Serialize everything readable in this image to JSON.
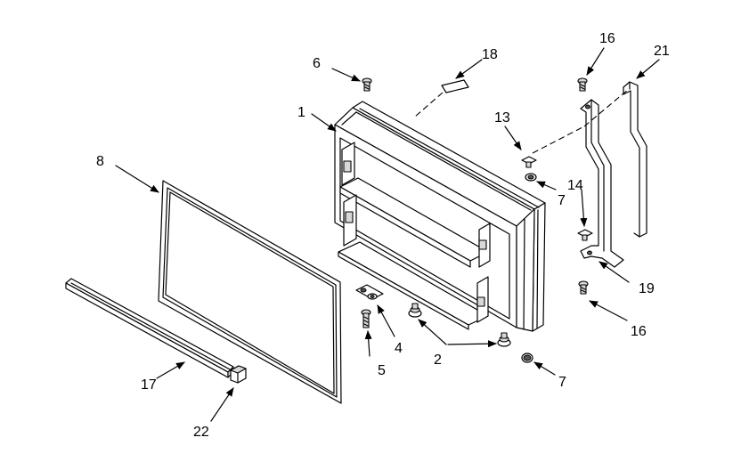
{
  "callouts": [
    {
      "key": "c1",
      "text": "1"
    },
    {
      "key": "c2",
      "text": "2"
    },
    {
      "key": "c4",
      "text": "4"
    },
    {
      "key": "c5",
      "text": "5"
    },
    {
      "key": "c6",
      "text": "6"
    },
    {
      "key": "c7a",
      "text": "7"
    },
    {
      "key": "c7b",
      "text": "7"
    },
    {
      "key": "c8",
      "text": "8"
    },
    {
      "key": "c13",
      "text": "13"
    },
    {
      "key": "c14",
      "text": "14"
    },
    {
      "key": "c16a",
      "text": "16"
    },
    {
      "key": "c16b",
      "text": "16"
    },
    {
      "key": "c17",
      "text": "17"
    },
    {
      "key": "c18",
      "text": "18"
    },
    {
      "key": "c19",
      "text": "19"
    },
    {
      "key": "c21",
      "text": "21"
    },
    {
      "key": "c22",
      "text": "22"
    }
  ],
  "parts": {
    "door_panel": "door-panel",
    "door_gasket": "door-gasket",
    "bottom_trim": "bottom-trim",
    "hinge_bracket": "hinge-bracket",
    "closer_rod": "closer-rod",
    "leveling_feet": "leveling-feet",
    "screws": "screws",
    "spacers": "spacers",
    "trim_label": "trim-label",
    "trim_end_cap": "trim-end-cap"
  }
}
